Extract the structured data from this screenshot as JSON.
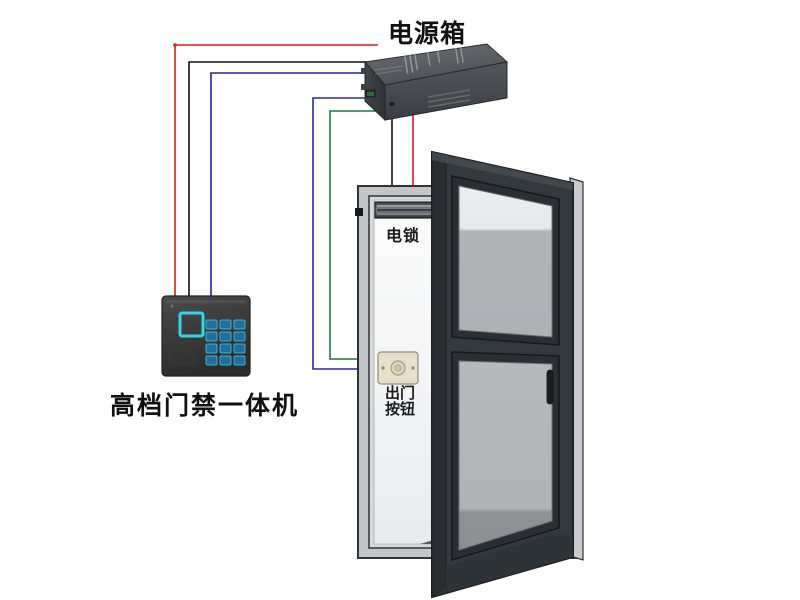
{
  "diagram": {
    "title_visible": false,
    "background_color": "#ffffff",
    "labels": {
      "power_box": "电源箱",
      "reader": "高档门禁一体机",
      "electric_lock": "电锁",
      "exit_button_line1": "出门",
      "exit_button_line2": "按钮"
    },
    "wires": [
      {
        "name": "red-wire-power-to-lock",
        "color": "#e01b1b",
        "role": "power-positive"
      },
      {
        "name": "black-wire-power-to-lock",
        "color": "#111111",
        "role": "power-negative"
      },
      {
        "name": "blue-wire-power-to-reader",
        "color": "#2222aa",
        "role": "reader-signal"
      },
      {
        "name": "blue-wire-power-to-exit-button",
        "color": "#2a2a9e",
        "role": "exit-button-signal"
      },
      {
        "name": "green-wire-power-to-exit-button",
        "color": "#1f7a3d",
        "role": "exit-button-return"
      }
    ],
    "colors": {
      "red": "#e01b1b",
      "black": "#111111",
      "blue": "#2222aa",
      "green": "#1f7a3d",
      "device_body": "#55595e",
      "device_body_dark": "#3b3f44",
      "door_leaf": "#34393d",
      "door_frame": "#b9bcbf",
      "glass": "#b3b6b9",
      "glass_light": "#e8eaec",
      "reader_body": "#3c3c3c",
      "key_blue": "#1f6f9c",
      "rfid_cyan": "#2fd8e6",
      "exit_plate": "#e5dcc6"
    },
    "components": [
      {
        "name": "power-box",
        "label": "电源箱",
        "type": "power-supply-box"
      },
      {
        "name": "access-control-reader",
        "label": "高档门禁一体机",
        "type": "rfid-keypad-reader"
      },
      {
        "name": "electric-lock",
        "label": "电锁",
        "type": "electric-strike-lock"
      },
      {
        "name": "exit-button",
        "label": "出门按钮",
        "type": "push-to-exit-button"
      },
      {
        "name": "door",
        "label": "",
        "type": "glass-door"
      }
    ],
    "reader": {
      "keypad_rows": 4,
      "keypad_cols": 3,
      "has_rfid_zone": true
    }
  }
}
